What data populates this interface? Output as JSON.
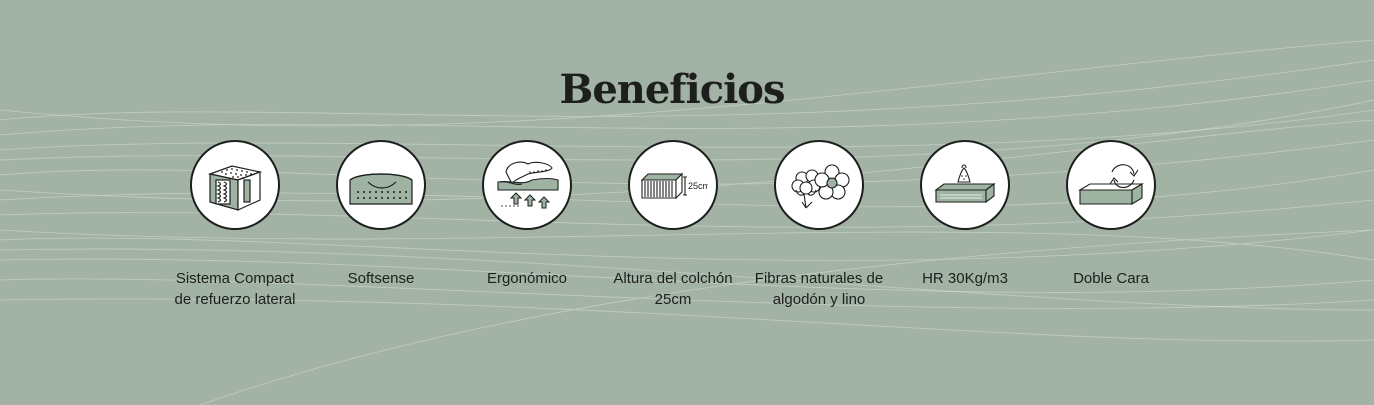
{
  "section": {
    "title": "Beneficios"
  },
  "benefits": [
    {
      "label": "Sistema Compact de refuerzo lateral",
      "icon": "mattress-springs-icon"
    },
    {
      "label": "Softsense",
      "icon": "soft-mattress-icon"
    },
    {
      "label": "Ergonómico",
      "icon": "ergonomic-pillow-icon"
    },
    {
      "label": "Altura del colchón 25cm",
      "icon": "mattress-height-icon",
      "height_text": "25cm"
    },
    {
      "label": "Fibras naturales de algodón y lino",
      "icon": "cotton-flower-icon"
    },
    {
      "label": "HR 30Kg/m3",
      "icon": "foam-weight-icon"
    },
    {
      "label": "Doble Cara",
      "icon": "double-sided-icon"
    }
  ],
  "colors": {
    "background": "#a2b2a5",
    "accent_green": "#9fb3a2",
    "text": "#1c1f1c"
  }
}
